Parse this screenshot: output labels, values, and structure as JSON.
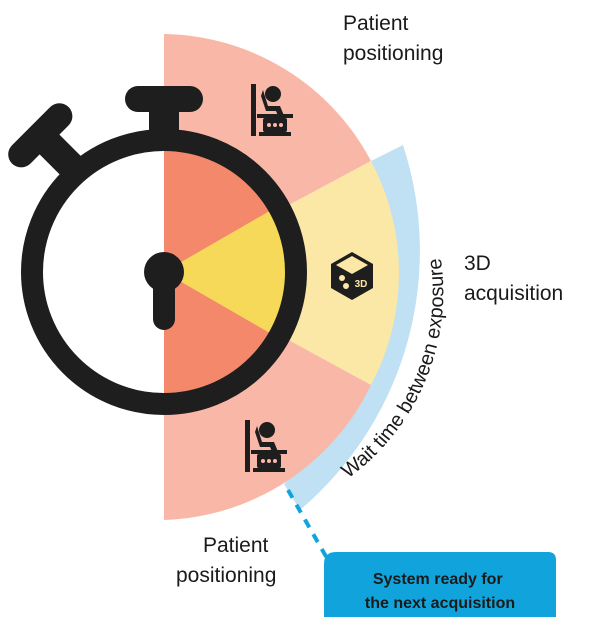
{
  "labels": {
    "patient_positioning_top": [
      "Patient",
      "positioning"
    ],
    "acquisition_3d": [
      "3D",
      "acquisition"
    ],
    "patient_positioning_bottom": [
      "Patient",
      "positioning"
    ],
    "wait_time": "Wait time between exposure",
    "system_ready": [
      "System ready for",
      "the next acquisition"
    ],
    "icon_3d_text": "3D"
  },
  "colors": {
    "outer_salmon": "#f9b8a7",
    "inner_salmon": "#f3896a",
    "outer_yellow": "#fbe7a6",
    "inner_yellow": "#f7d95a",
    "wait_band": "#bfe1f3",
    "callout_box": "#11a4dc",
    "stopwatch": "#1e1e1e"
  },
  "icons": [
    "patient-positioning-icon",
    "cube-3d-icon",
    "stopwatch-icon"
  ]
}
